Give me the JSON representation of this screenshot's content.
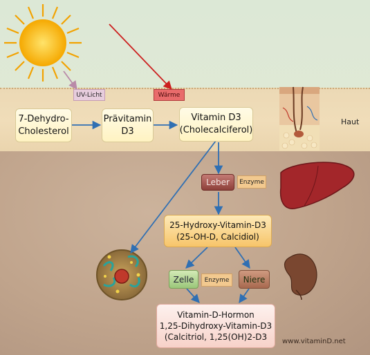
{
  "diagram": {
    "boxes": {
      "dehydro": "7-Dehydro-\nCholesterol",
      "praevitamin": "Prävitamin\nD3",
      "vitamin_d3": "Vitamin D3\n(Cholecalciferol)",
      "hydroxy": "25-Hydroxy-Vitamin-D3\n(25-OH-D, Calcidiol)",
      "hormon": "Vitamin-D-Hormon\n1,25-Dihydroxy-Vitamin-D3\n(Calcitriol, 1,25(OH)2-D3"
    },
    "tags": {
      "uv": "UV-Licht",
      "waerme": "Wärme",
      "enzyme1": "Enzyme",
      "enzyme2": "Enzyme"
    },
    "organs": {
      "leber": "Leber",
      "zelle": "Zelle",
      "niere": "Niere"
    },
    "haut_label": "Haut",
    "website": "www.vitaminD.net"
  }
}
